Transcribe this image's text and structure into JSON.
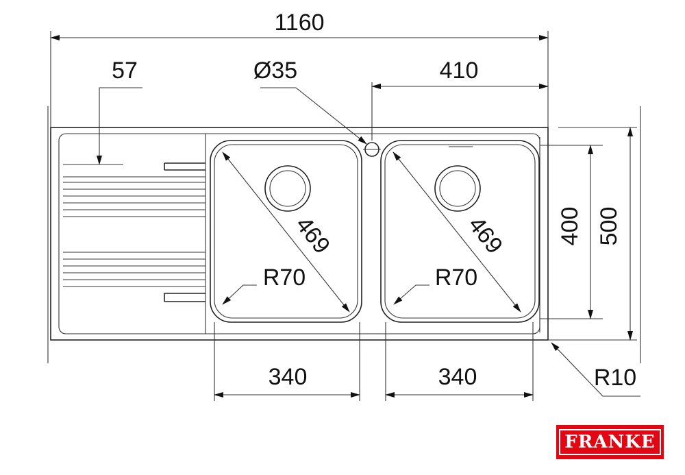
{
  "dimensions": {
    "overall_width": "1160",
    "drainer_offset": "57",
    "tap_hole": "Ø35",
    "right_offset": "410",
    "diagonal_left": "469",
    "diagonal_right": "469",
    "radius_left": "R70",
    "radius_right": "R70",
    "bowl_width_left": "340",
    "bowl_width_right": "340",
    "bowl_depth": "400",
    "overall_depth": "500",
    "corner_radius": "R10"
  },
  "brand": {
    "logo_text": "FRANKE",
    "color": "#e30613"
  }
}
